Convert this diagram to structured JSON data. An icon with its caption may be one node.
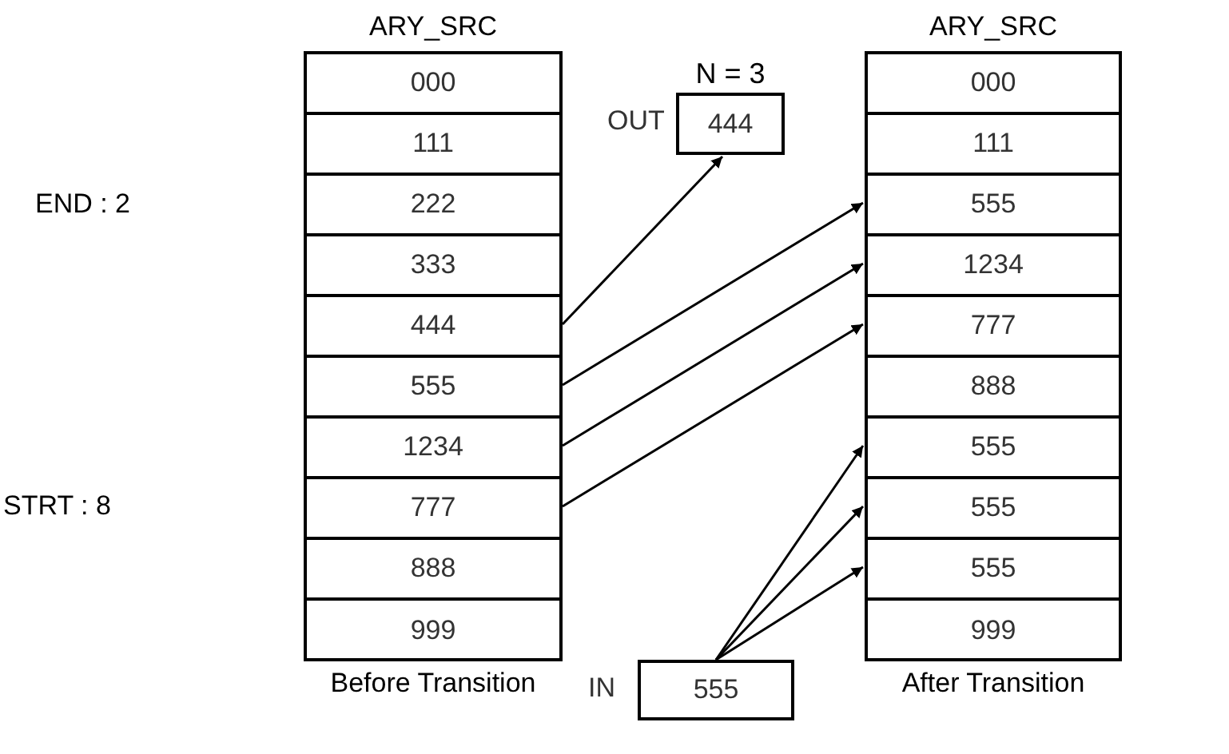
{
  "diagram": {
    "nodes": [
      {
        "text": [
          "ARY_SRC"
        ],
        "beside": [
          "Before Transition"
        ]
      },
      {
        "text": [
          "000"
        ],
        "in": 0
      },
      {
        "text": [
          "111"
        ],
        "in": 0
      },
      {
        "text": [
          "222"
        ],
        "in": 0
      },
      {
        "text": [
          "333"
        ],
        "in": 0
      },
      {
        "text": [
          "444"
        ],
        "in": 0
      },
      {
        "text": [
          "555"
        ],
        "in": 0
      },
      {
        "text": [
          "1234"
        ],
        "in": 0
      },
      {
        "text": [
          "777"
        ],
        "in": 0
      },
      {
        "text": [
          "888"
        ],
        "in": 0
      },
      {
        "text": [
          "999"
        ],
        "in": 0
      },
      {
        "text": [
          "N = 3",
          "444"
        ],
        "beside": [
          "OUT"
        ]
      },
      {
        "text": [
          "ARY_SRC"
        ],
        "beside": [
          "After Transition"
        ]
      },
      {
        "text": [
          "000"
        ],
        "in": 12
      },
      {
        "text": [
          "111"
        ],
        "in": 12
      },
      {
        "text": [
          "555"
        ],
        "in": 12
      },
      {
        "text": [
          "1234"
        ],
        "in": 12
      },
      {
        "text": [
          "777"
        ],
        "in": 12
      },
      {
        "text": [
          "888"
        ],
        "in": 12
      },
      {
        "text": [
          "555"
        ],
        "in": 12
      },
      {
        "text": [
          "555"
        ],
        "in": 12
      },
      {
        "text": [
          "555"
        ],
        "in": 12
      },
      {
        "text": [
          "999"
        ],
        "in": 12
      },
      {
        "text": [
          "555"
        ],
        "beside": [
          "IN"
        ]
      }
    ],
    "edges": [
      {
        "from": 5,
        "to": 11,
        "arrow": "to"
      },
      {
        "from": 6,
        "to": 15,
        "arrow": "to"
      },
      {
        "from": 7,
        "to": 16,
        "arrow": "to"
      },
      {
        "from": 8,
        "to": 17,
        "arrow": "to"
      },
      {
        "from": 23,
        "to": 19,
        "arrow": "to"
      },
      {
        "from": 23,
        "to": 20,
        "arrow": "to"
      },
      {
        "from": 23,
        "to": 21,
        "arrow": "to"
      }
    ],
    "labels": [
      "END : 2",
      "STRT : 8"
    ]
  }
}
